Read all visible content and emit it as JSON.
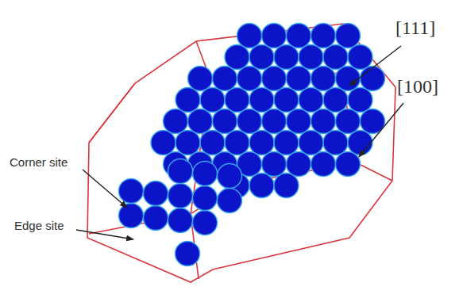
{
  "diagram": {
    "labels": [
      "[111]",
      "[100]",
      "Corner site",
      "Edge site"
    ]
  }
}
